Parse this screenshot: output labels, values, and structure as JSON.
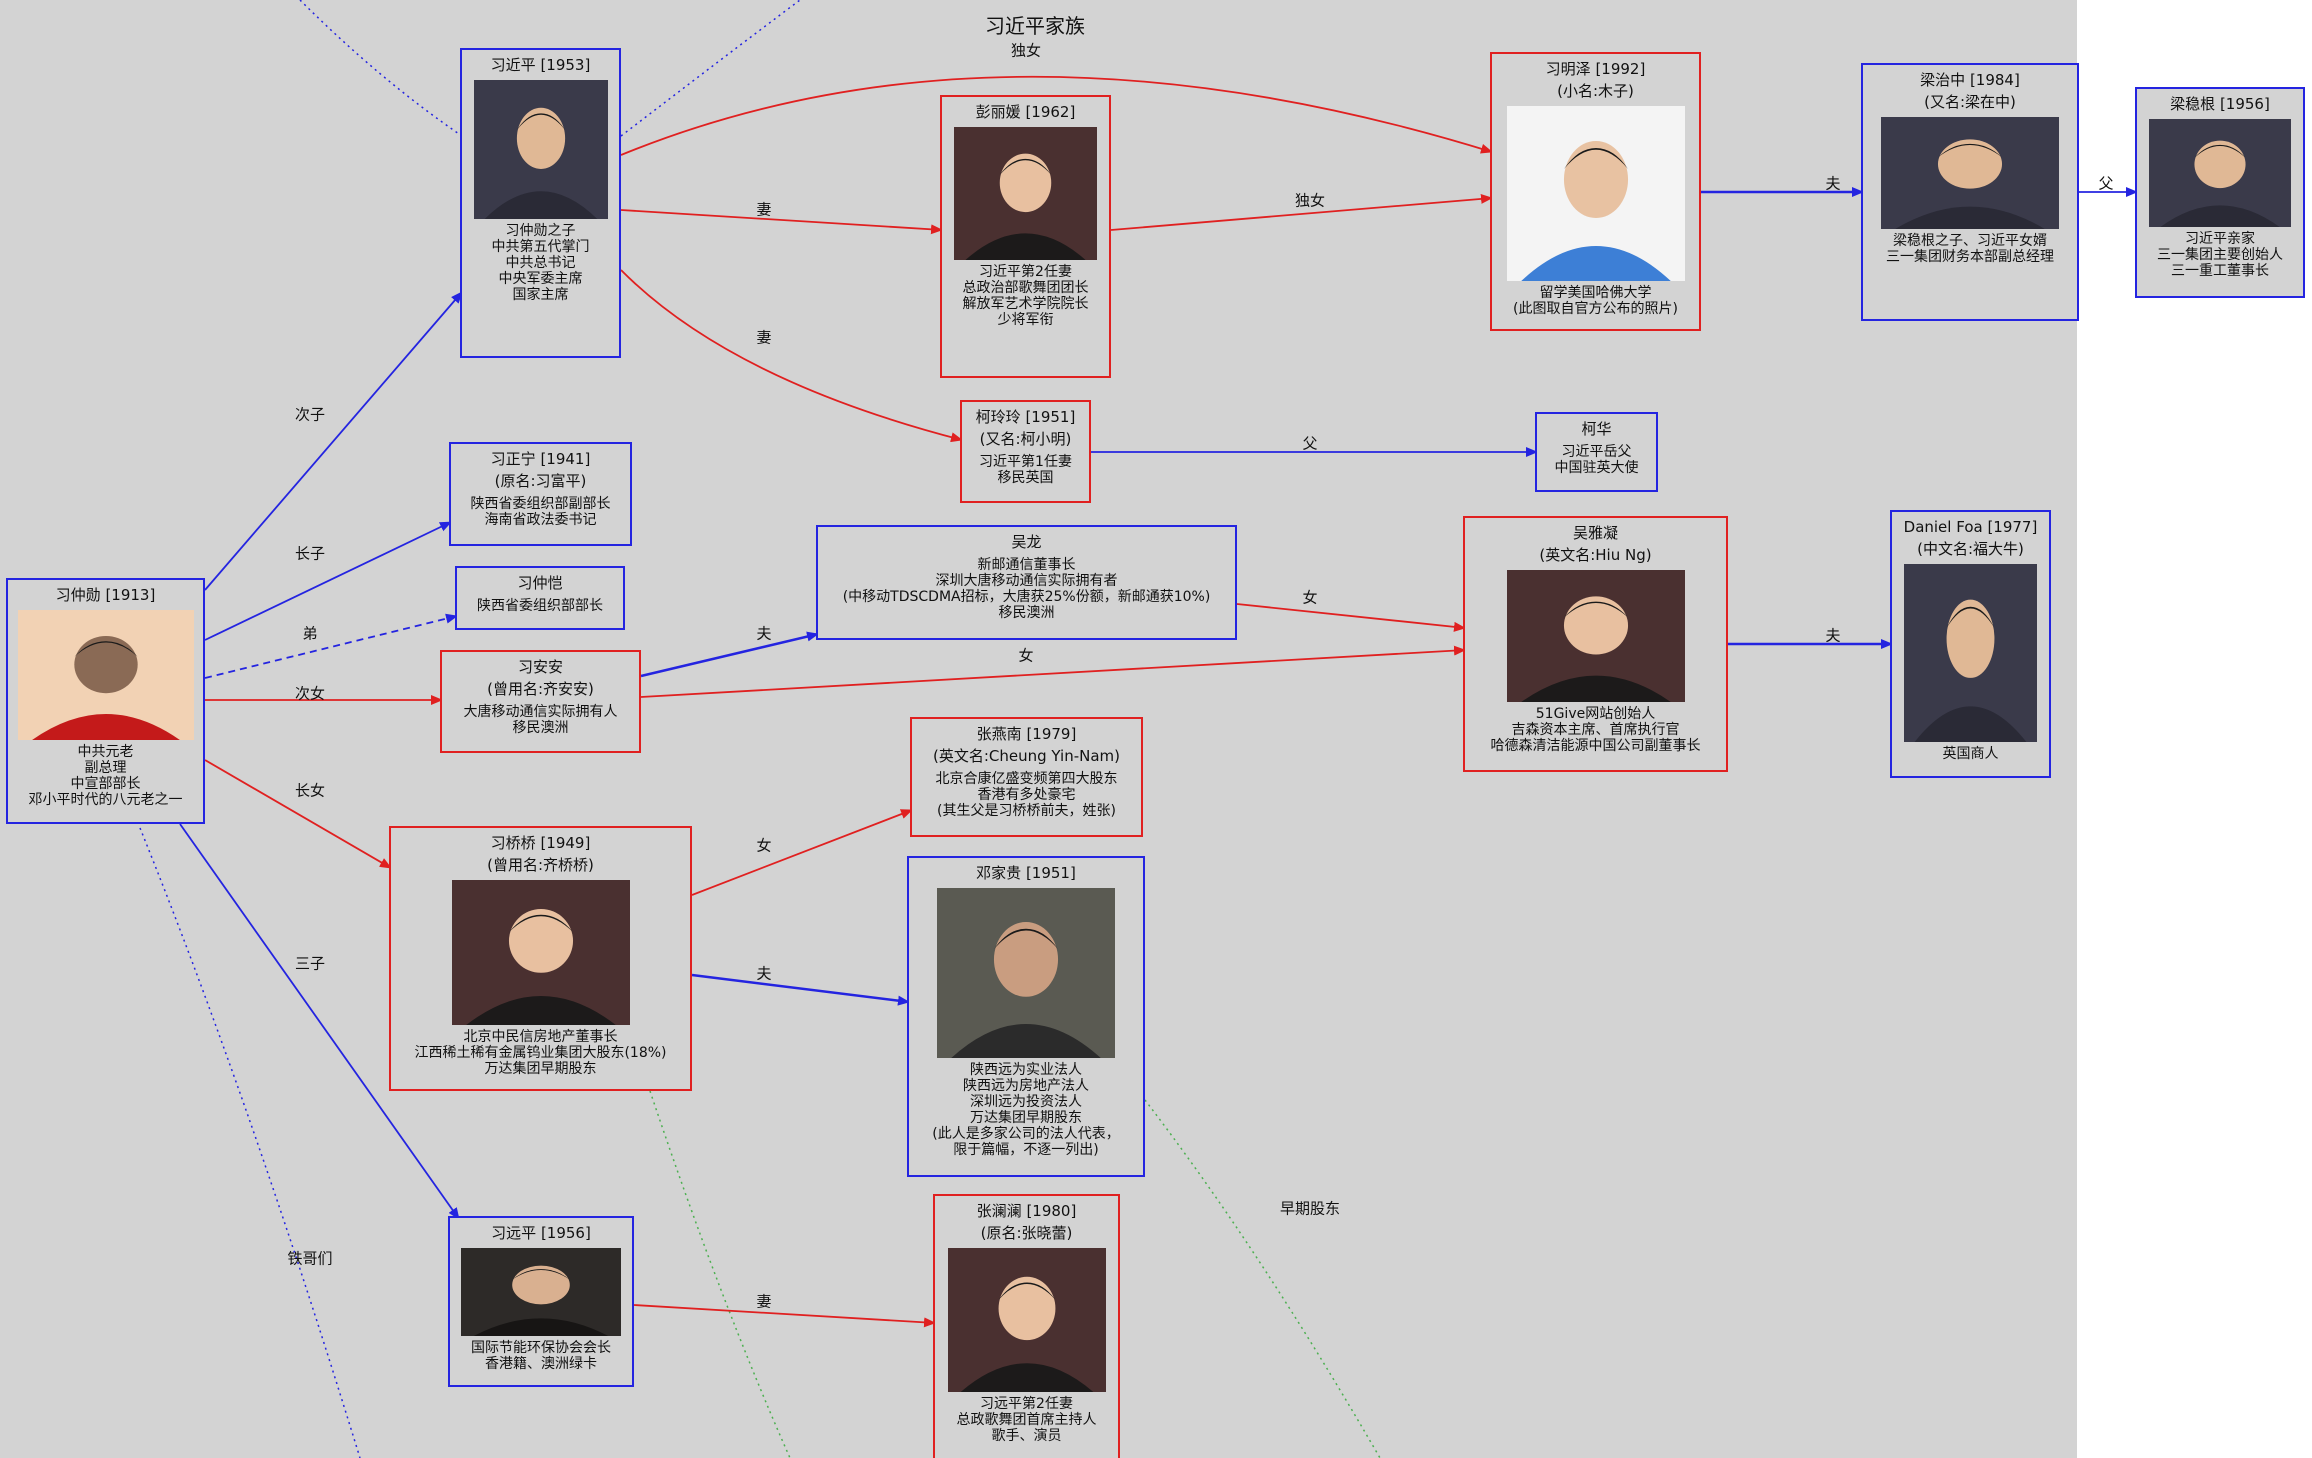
{
  "title": "习近平家族",
  "nodes": [
    {
      "id": "xizhongxun",
      "name": "习仲勋 [1913]",
      "alias": "",
      "desc": "中共元老\n副总理\n中宣部部长\n邓小平时代的八元老之一",
      "photo": "old-man-portrait",
      "color": "blue"
    },
    {
      "id": "xijinping",
      "name": "习近平 [1953]",
      "alias": "",
      "desc": "习仲勋之子\n中共第五代掌门\n中共总书记\n中央军委主席\n国家主席",
      "photo": "man-portrait",
      "color": "blue"
    },
    {
      "id": "xizhengning",
      "name": "习正宁 [1941]",
      "alias": "(原名:习富平)",
      "desc": "陕西省委组织部副部长\n海南省政法委书记",
      "photo": "",
      "color": "blue"
    },
    {
      "id": "xizhongkai",
      "name": "习仲恺",
      "alias": "",
      "desc": "陕西省委组织部部长",
      "photo": "",
      "color": "blue"
    },
    {
      "id": "xianan",
      "name": "习安安",
      "alias": "(曾用名:齐安安)",
      "desc": "大唐移动通信实际拥有人\n移民澳洲",
      "photo": "",
      "color": "red"
    },
    {
      "id": "xiqiaoqiao",
      "name": "习桥桥 [1949]",
      "alias": "(曾用名:齐桥桥)",
      "desc": "北京中民信房地产董事长\n江西稀土稀有金属钨业集团大股东(18%)\n万达集团早期股东",
      "photo": "woman-portrait",
      "color": "red"
    },
    {
      "id": "xiyuanping",
      "name": "习远平 [1956]",
      "alias": "",
      "desc": "国际节能环保协会会长\n香港籍、澳洲绿卡",
      "photo": "group-photo",
      "color": "blue"
    },
    {
      "id": "pengliyuan",
      "name": "彭丽媛 [1962]",
      "alias": "",
      "desc": "习近平第2任妻\n总政治部歌舞团团长\n解放军艺术学院院长\n少将军衔",
      "photo": "woman-portrait",
      "color": "red"
    },
    {
      "id": "kelingling",
      "name": "柯玲玲 [1951]",
      "alias": "(又名:柯小明)",
      "desc": "习近平第1任妻\n移民英国",
      "photo": "",
      "color": "red"
    },
    {
      "id": "wulong",
      "name": "吴龙",
      "alias": "",
      "desc": "新邮通信董事长\n深圳大唐移动通信实际拥有者\n(中移动TDSCDMA招标，大唐获25%份额，新邮通获10%)\n移民澳洲",
      "photo": "",
      "color": "blue"
    },
    {
      "id": "zhangyannan",
      "name": "张燕南 [1979]",
      "alias": "(英文名:Cheung Yin-Nam)",
      "desc": "北京合康亿盛变频第四大股东\n香港有多处豪宅\n(其生父是习桥桥前夫，姓张)",
      "photo": "",
      "color": "red"
    },
    {
      "id": "dengjiagui",
      "name": "邓家贵 [1951]",
      "alias": "",
      "desc": "陕西远为实业法人\n陕西远为房地产法人\n深圳远为投资法人\n万达集团早期股东\n(此人是多家公司的法人代表，\n限于篇幅，不逐一列出)",
      "photo": "man-sitting",
      "color": "blue"
    },
    {
      "id": "zhanglanlan",
      "name": "张澜澜 [1980]",
      "alias": "(原名:张晓蕾)",
      "desc": "习远平第2任妻\n总政歌舞团首席主持人\n歌手、演员",
      "photo": "woman-portrait",
      "color": "red"
    },
    {
      "id": "ximingze",
      "name": "习明泽 [1992]",
      "alias": "(小名:木子)",
      "desc": "留学美国哈佛大学\n(此图取自官方公布的照片)",
      "photo": "girl-portrait",
      "color": "red"
    },
    {
      "id": "kehua",
      "name": "柯华",
      "alias": "",
      "desc": "习近平岳父\n中国驻英大使",
      "photo": "",
      "color": "blue"
    },
    {
      "id": "wuyaning",
      "name": "吴雅凝",
      "alias": "(英文名:Hiu Ng)",
      "desc": "51Give网站创始人\n吉森资本主席、首席执行官\n哈德森清洁能源中国公司副董事长",
      "photo": "woman-portrait",
      "color": "red"
    },
    {
      "id": "liangzhizhong",
      "name": "梁治中 [1984]",
      "alias": "(又名:梁在中)",
      "desc": "梁稳根之子、习近平女婿\n三一集团财务本部副总经理",
      "photo": "man-portrait",
      "color": "blue"
    },
    {
      "id": "liangwengen",
      "name": "梁稳根 [1956]",
      "alias": "",
      "desc": "习近平亲家\n三一集团主要创始人\n三一重工董事长",
      "photo": "man-portrait",
      "color": "blue"
    },
    {
      "id": "danielfoa",
      "name": "Daniel Foa [1977]",
      "alias": "(中文名:福大牛)",
      "desc": "英国商人",
      "photo": "man-portrait",
      "color": "blue"
    }
  ],
  "edges": [
    {
      "from": "xizhongxun",
      "to": "xijinping",
      "label": "次子",
      "color": "blue",
      "style": "solid"
    },
    {
      "from": "xizhongxun",
      "to": "xizhengning",
      "label": "长子",
      "color": "blue",
      "style": "solid"
    },
    {
      "from": "xizhongxun",
      "to": "xizhongkai",
      "label": "弟",
      "color": "blue",
      "style": "dashed"
    },
    {
      "from": "xizhongxun",
      "to": "xianan",
      "label": "次女",
      "color": "red",
      "style": "solid"
    },
    {
      "from": "xizhongxun",
      "to": "xiqiaoqiao",
      "label": "长女",
      "color": "red",
      "style": "solid"
    },
    {
      "from": "xizhongxun",
      "to": "xiyuanping",
      "label": "三子",
      "color": "blue",
      "style": "solid"
    },
    {
      "from": "xijinping",
      "to": "pengliyuan",
      "label": "妻",
      "color": "red",
      "style": "solid"
    },
    {
      "from": "xijinping",
      "to": "kelingling",
      "label": "妻",
      "color": "red",
      "style": "solid"
    },
    {
      "from": "xijinping",
      "to": "ximingze",
      "label": "独女",
      "color": "red",
      "style": "solid"
    },
    {
      "from": "pengliyuan",
      "to": "ximingze",
      "label": "独女",
      "color": "red",
      "style": "solid"
    },
    {
      "from": "kelingling",
      "to": "kehua",
      "label": "父",
      "color": "blue",
      "style": "solid"
    },
    {
      "from": "xianan",
      "to": "wulong",
      "label": "夫",
      "color": "blue",
      "style": "solid"
    },
    {
      "from": "xianan",
      "to": "wuyaning",
      "label": "女",
      "color": "red",
      "style": "solid"
    },
    {
      "from": "wulong",
      "to": "wuyaning",
      "label": "女",
      "color": "red",
      "style": "solid"
    },
    {
      "from": "xiqiaoqiao",
      "to": "zhangyannan",
      "label": "女",
      "color": "red",
      "style": "solid"
    },
    {
      "from": "xiqiaoqiao",
      "to": "dengjiagui",
      "label": "夫",
      "color": "blue",
      "style": "solid"
    },
    {
      "from": "xiyuanping",
      "to": "zhanglanlan",
      "label": "妻",
      "color": "red",
      "style": "solid"
    },
    {
      "from": "ximingze",
      "to": "liangzhizhong",
      "label": "夫",
      "color": "blue",
      "style": "solid"
    },
    {
      "from": "liangzhizhong",
      "to": "liangwengen",
      "label": "父",
      "color": "blue",
      "style": "solid"
    },
    {
      "from": "wuyaning",
      "to": "danielfoa",
      "label": "夫",
      "color": "blue",
      "style": "solid"
    }
  ],
  "free_labels": [
    {
      "id": "tiegemen",
      "text": "铁哥们"
    },
    {
      "id": "zaoqigudong",
      "text": "早期股东"
    }
  ]
}
